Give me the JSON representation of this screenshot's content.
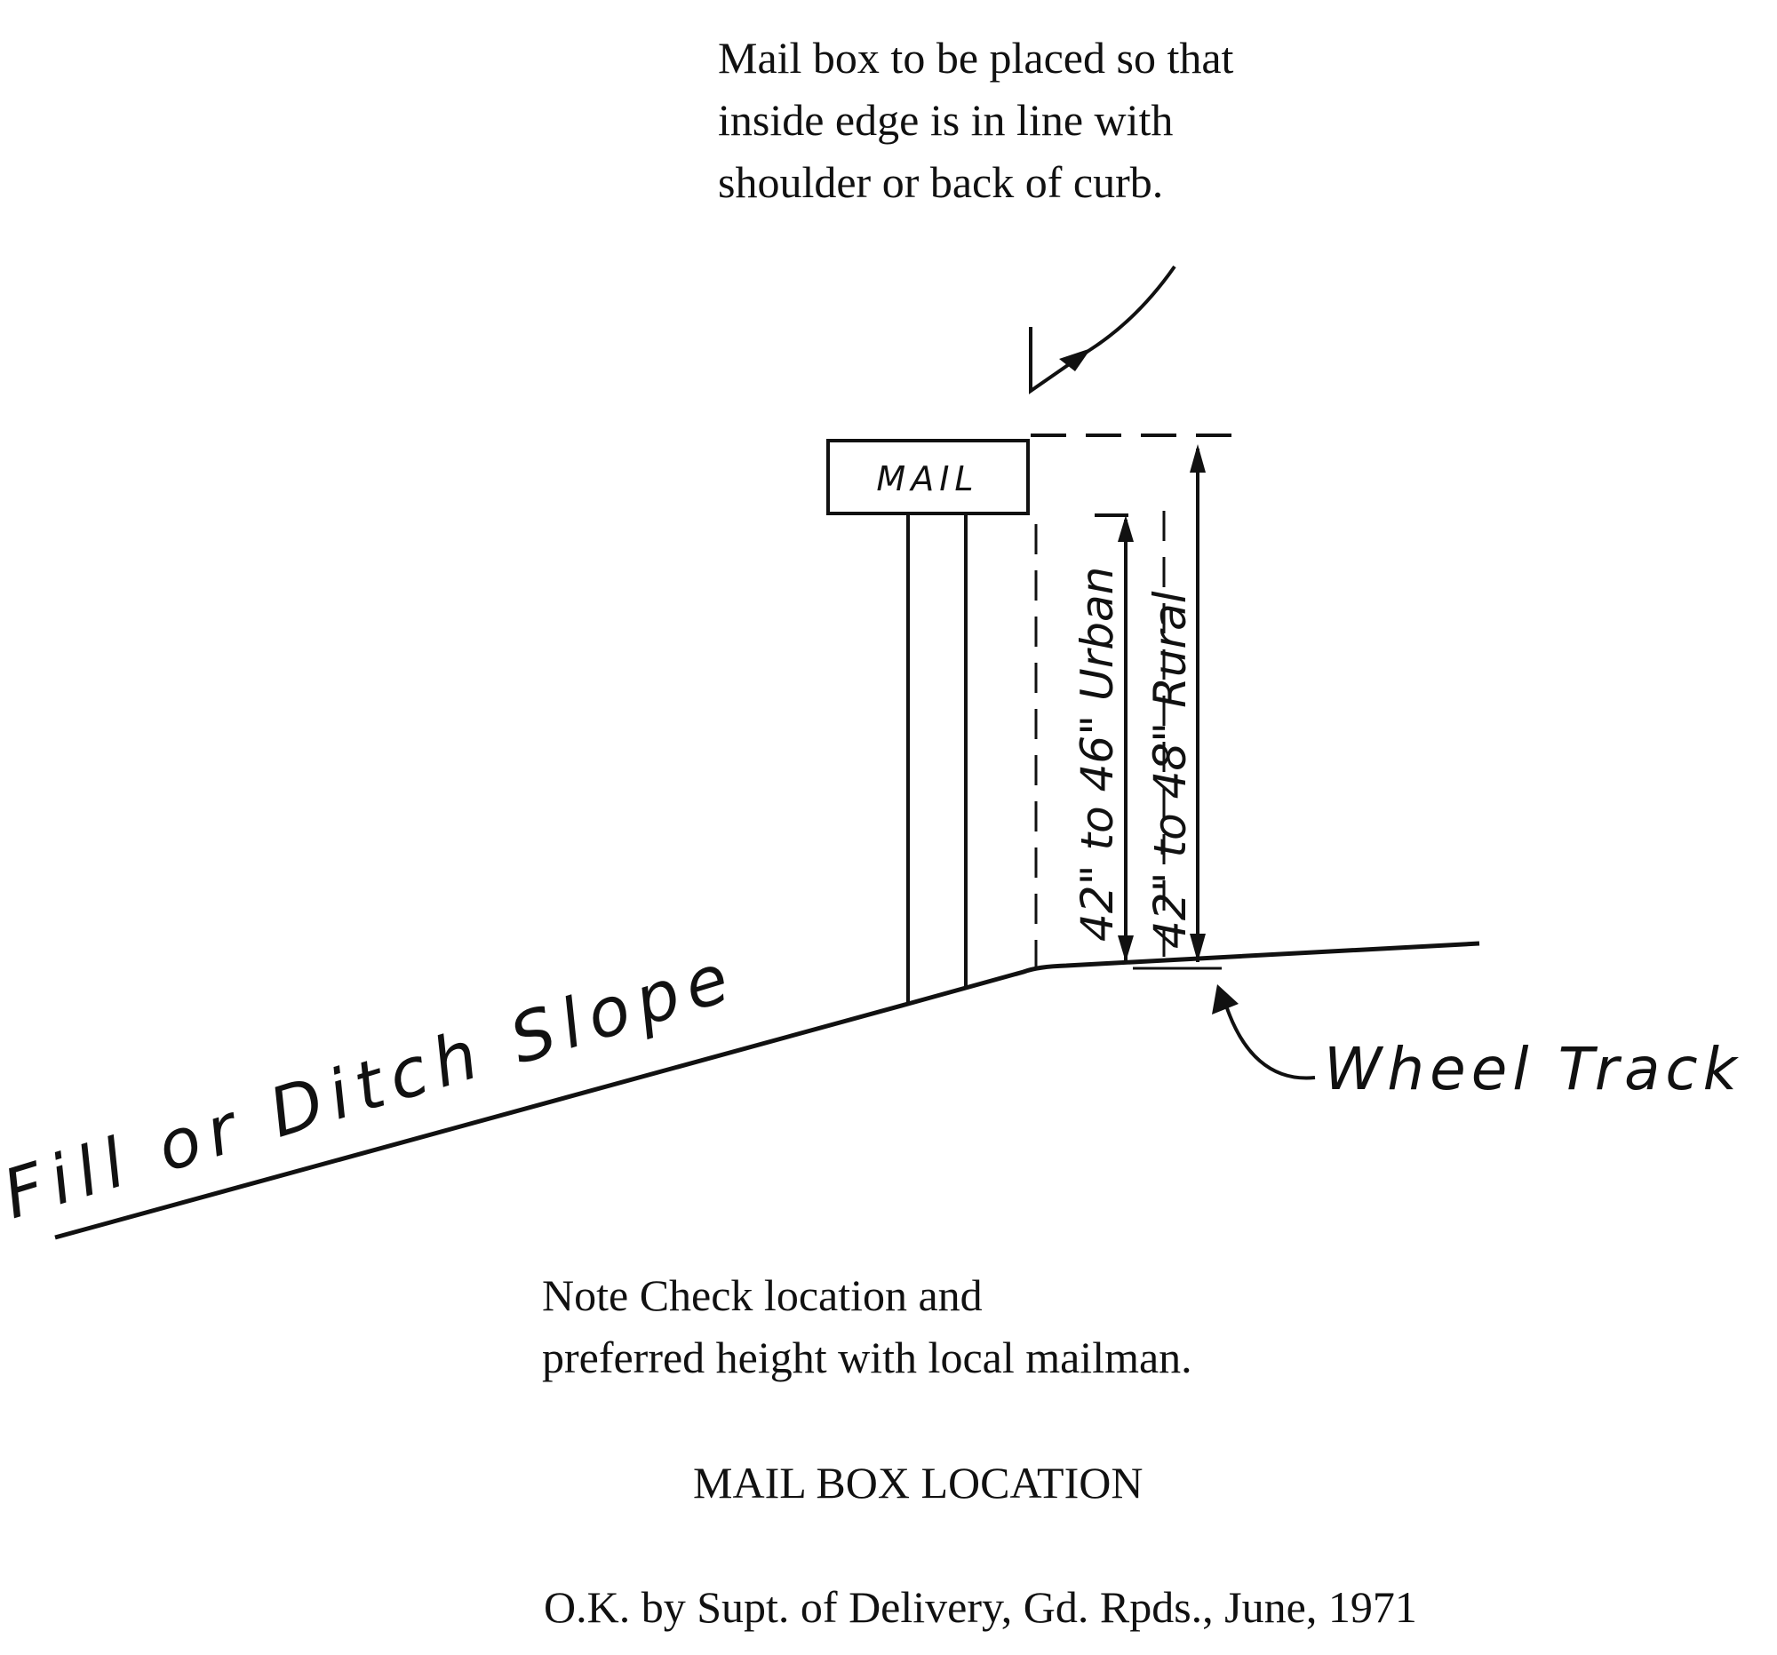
{
  "top_note": {
    "line1": "Mail box to be placed so that",
    "line2": "inside edge is in line with",
    "line3": "shoulder or back of curb."
  },
  "mailbox_label": "MAIL",
  "dimension_urban": "42\" to 46\" Urban",
  "dimension_rural": "42\" to 48\" Rural",
  "slope_label": "Fill or Ditch Slope",
  "wheel_track_label": "Wheel Track",
  "bottom_note": {
    "line1": "Note Check location and",
    "line2": "preferred height with local mailman."
  },
  "caption": "MAIL BOX LOCATION",
  "approval": "O.K. by Supt. of Delivery, Gd. Rpds., June, 1971"
}
